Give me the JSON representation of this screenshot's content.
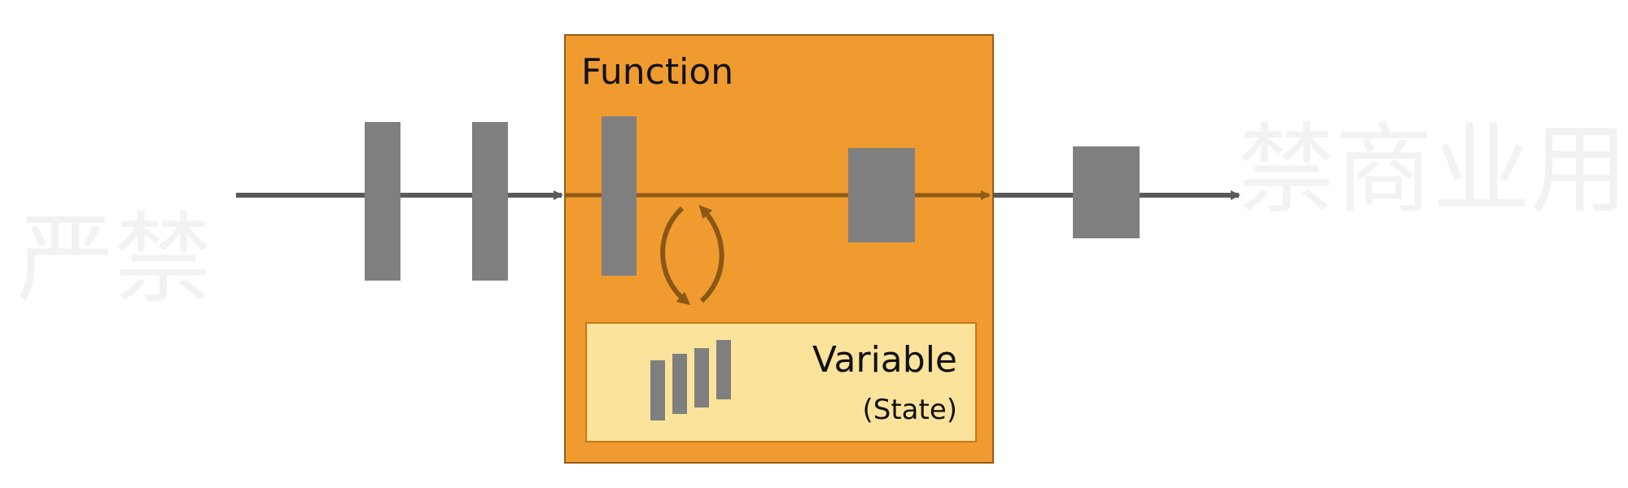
{
  "diagram": {
    "function_label": "Function",
    "variable_label": "Variable",
    "state_label": "(State)",
    "watermark_left": "严禁",
    "watermark_right": "禁商业用",
    "colors": {
      "function_fill": "#f09b2f",
      "function_border": "#9a5c12",
      "variable_fill": "#fbe39b",
      "variable_border": "#c8761a",
      "block_gray": "#7f7f7f",
      "line_gray": "#5a5a5a",
      "inner_line": "#8f5a16",
      "cycle_arrow": "#8a5716"
    }
  }
}
